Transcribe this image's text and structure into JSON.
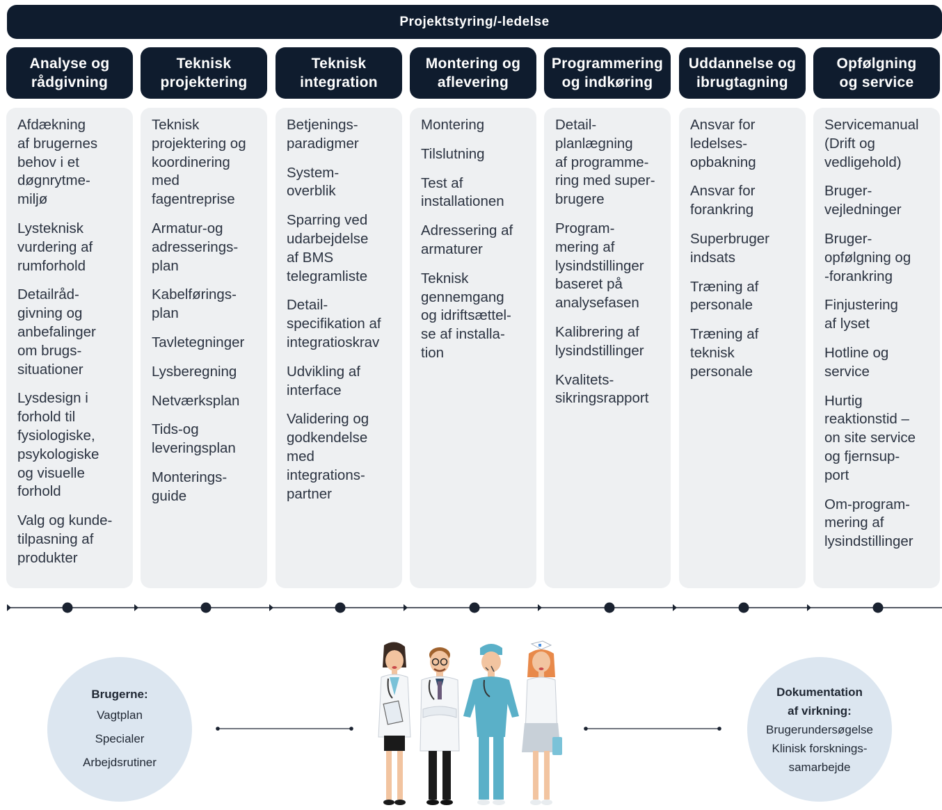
{
  "banner": {
    "title": "Projektstyring/-ledelse"
  },
  "columns": [
    {
      "title": "Analyse og\nrådgivning",
      "items": [
        "Afdækning\naf brugernes\nbehov i et\ndøgnrytme-\nmiljø",
        "Lysteknisk\nvurdering af\nrumforhold",
        "Detailråd-\ngivning og\nanbefalinger\nom brugs-\nsituationer",
        "Lysdesign i\nforhold til\nfysiologiske,\npsykologiske\nog visuelle\nforhold",
        "Valg og kunde-\ntilpasning af\nprodukter"
      ]
    },
    {
      "title": "Teknisk\nprojektering",
      "items": [
        "Teknisk\nprojektering og\nkoordinering\nmed\nfagentreprise",
        "Armatur-og\nadresserings-\nplan",
        "Kabelførings-\nplan",
        "Tavletegninger",
        "Lysberegning",
        "Netværksplan",
        "Tids-og\nleveringsplan",
        "Monterings-\nguide"
      ]
    },
    {
      "title": "Teknisk\nintegration",
      "items": [
        "Betjenings-\nparadigmer",
        "System-\noverblik",
        "Sparring ved\nudarbejdelse\naf BMS\ntelegramliste",
        "Detail-\nspecifikation af\nintegratioskrav",
        "Udvikling af\ninterface",
        "Validering og\ngodkendelse\nmed\nintegrations-\npartner"
      ]
    },
    {
      "title": "Montering og\naflevering",
      "items": [
        "Montering",
        "Tilslutning",
        "Test af\ninstallationen",
        "Adressering af\narmaturer",
        "Teknisk\ngennemgang\nog idriftsættel-\nse af installa-\ntion"
      ]
    },
    {
      "title": "Programmering\nog indkøring",
      "items": [
        "Detail-\nplanlægning\naf programme-\nring med super-\nbrugere",
        "Program-\nmering af\nlysindstillinger\nbaseret på\nanalysefasen",
        "Kalibrering af\nlysindstillinger",
        "Kvalitets-\nsikringsrapport"
      ]
    },
    {
      "title": "Uddannelse og\nibrugtagning",
      "items": [
        "Ansvar for\nledelses-\nopbakning",
        "Ansvar for\nforankring",
        "Superbruger\nindsats",
        "Træning af\npersonale",
        "Træning af\nteknisk\npersonale"
      ]
    },
    {
      "title": "Opfølgning\nog service",
      "items": [
        "Servicemanual\n(Drift og\nvedligehold)",
        "Bruger-\nvejledninger",
        "Bruger-\nopfølgning og\n-forankring",
        "Finjustering\naf lyset",
        "Hotline og\nservice",
        "Hurtig\nreaktionstid –\non site service\nog fjernsup-\nport",
        "Om-program-\nmering af\nlysindstillinger"
      ]
    }
  ],
  "left_circle": {
    "title": "Brugerne:",
    "lines": [
      "Vagtplan",
      "Specialer",
      "Arbejdsrutiner"
    ]
  },
  "right_circle": {
    "title": "Dokumentation\naf virkning:",
    "lines": [
      "Brugerundersøgelse",
      "Klinisk forsknings-\nsamarbejde"
    ]
  },
  "colors": {
    "dark": "#0f1c2e",
    "panel": "#eef0f2",
    "circle": "#dce6f0"
  }
}
